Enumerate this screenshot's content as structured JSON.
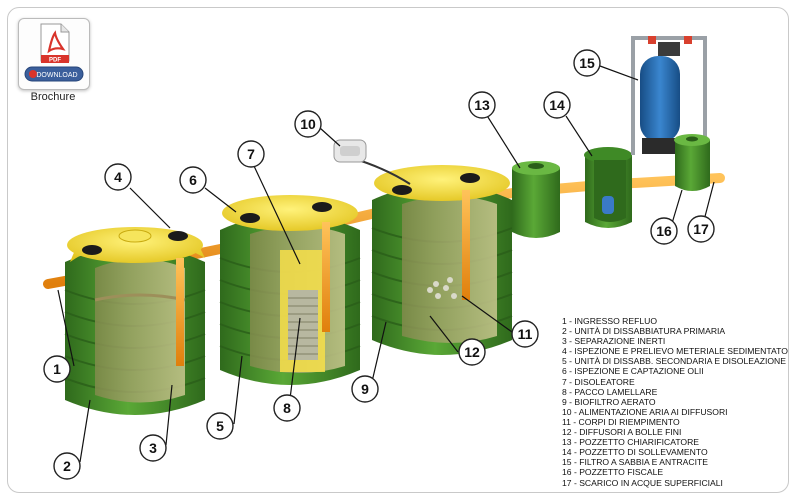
{
  "brochure": {
    "label": "Brochure",
    "pdf_badge": "PDF",
    "download_label": "DOWNLOAD"
  },
  "callouts": [
    "1",
    "2",
    "3",
    "4",
    "5",
    "6",
    "7",
    "8",
    "9",
    "10",
    "11",
    "12",
    "13",
    "14",
    "15",
    "16",
    "17"
  ],
  "legend": [
    "1 - INGRESSO REFLUO",
    "2 - UNITÀ DI DISSABBIATURA PRIMARIA",
    "3 - SEPARAZIONE INERTI",
    "4 - ISPEZIONE E PRELIEVO METERIALE SEDIMENTATO",
    "5 - UNITÀ DI DISSABB. SECONDARIA E DISOLEAZIONE",
    "6 - ISPEZIONE E CAPTAZIONE OLII",
    "7 - DISOLEATORE",
    "8 - PACCO LAMELLARE",
    "9 - BIOFILTRO AERATO",
    "10 - ALIMENTAZIONE ARIA AI DIFFUSORI",
    "11 - CORPI DI RIEMPIMENTO",
    "12 - DIFFUSORI A BOLLE FINI",
    "13 - POZZETTO CHIARIFICATORE",
    "14 - POZZETTO DI SOLLEVAMENTO",
    "15 - FILTRO A SABBIA E ANTRACITE",
    "16 - POZZETTO FISCALE",
    "17 - SCARICO IN ACQUE SUPERFICIALI"
  ],
  "colors": {
    "tank_green": "#4f9a2f",
    "tank_dark": "#2f6a1c",
    "lid_yellow": "#f3dc3a",
    "pipe_orange": "#f39a1e",
    "filter_blue": "#2b6fb5",
    "pdf_red": "#d9342b"
  }
}
